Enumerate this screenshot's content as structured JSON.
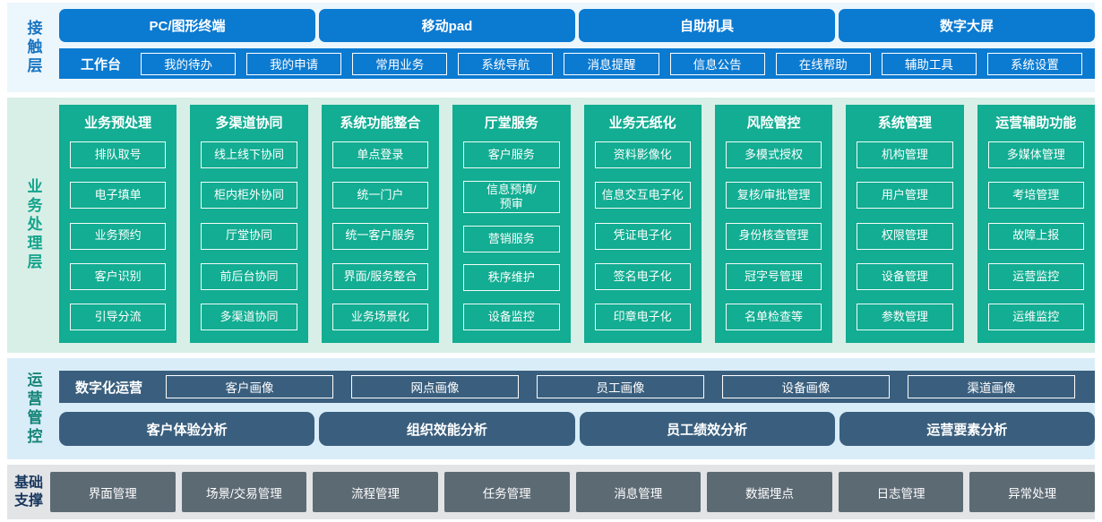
{
  "colors": {
    "primary_blue": "#0b7ad1",
    "teal_green": "#12ad92",
    "slate_blue": "#3a5f7e",
    "slate_gray": "#5c6a74",
    "touch_band_bg": "#ecf6fd",
    "business_band_bg": "#d8efe7",
    "ops_band_bg": "#d9edf9",
    "foundation_band_bg": "#e2e4e6"
  },
  "layers": {
    "touch": {
      "label": "接触层",
      "terminals": [
        "PC/图形终端",
        "移动pad",
        "自助机具",
        "数字大屏"
      ],
      "workbench_label": "工作台",
      "workbench_items": [
        "我的待办",
        "我的申请",
        "常用业务",
        "系统导航",
        "消息提醒",
        "信息公告",
        "在线帮助",
        "辅助工具",
        "系统设置"
      ]
    },
    "business": {
      "label": "业务处理层",
      "columns": [
        {
          "title": "业务预处理",
          "items": [
            "排队取号",
            "电子填单",
            "业务预约",
            "客户识别",
            "引导分流"
          ]
        },
        {
          "title": "多渠道协同",
          "items": [
            "线上线下协同",
            "柜内柜外协同",
            "厅堂协同",
            "前后台协同",
            "多渠道协同"
          ]
        },
        {
          "title": "系统功能整合",
          "items": [
            "单点登录",
            "统一门户",
            "统一客户服务",
            "界面/服务整合",
            "业务场景化"
          ]
        },
        {
          "title": "厅堂服务",
          "items": [
            "客户服务",
            "信息预填/\n预审",
            "营销服务",
            "秩序维护",
            "设备监控"
          ]
        },
        {
          "title": "业务无纸化",
          "items": [
            "资料影像化",
            "信息交互电子化",
            "凭证电子化",
            "签名电子化",
            "印章电子化"
          ]
        },
        {
          "title": "风险管控",
          "items": [
            "多模式授权",
            "复核/审批管理",
            "身份核查管理",
            "冠字号管理",
            "名单检查等"
          ]
        },
        {
          "title": "系统管理",
          "items": [
            "机构管理",
            "用户管理",
            "权限管理",
            "设备管理",
            "参数管理"
          ]
        },
        {
          "title": "运营辅助功能",
          "items": [
            "多媒体管理",
            "考培管理",
            "故障上报",
            "运营监控",
            "运维监控"
          ]
        }
      ]
    },
    "operations": {
      "label": "运营管控",
      "digital_label": "数字化运营",
      "profiles": [
        "客户画像",
        "网点画像",
        "员工画像",
        "设备画像",
        "渠道画像"
      ],
      "analyses": [
        "客户体验分析",
        "组织效能分析",
        "员工绩效分析",
        "运营要素分析"
      ]
    },
    "foundation": {
      "label": "基础支撑",
      "items": [
        "界面管理",
        "场景/交易管理",
        "流程管理",
        "任务管理",
        "消息管理",
        "数据埋点",
        "日志管理",
        "异常处理"
      ]
    }
  }
}
